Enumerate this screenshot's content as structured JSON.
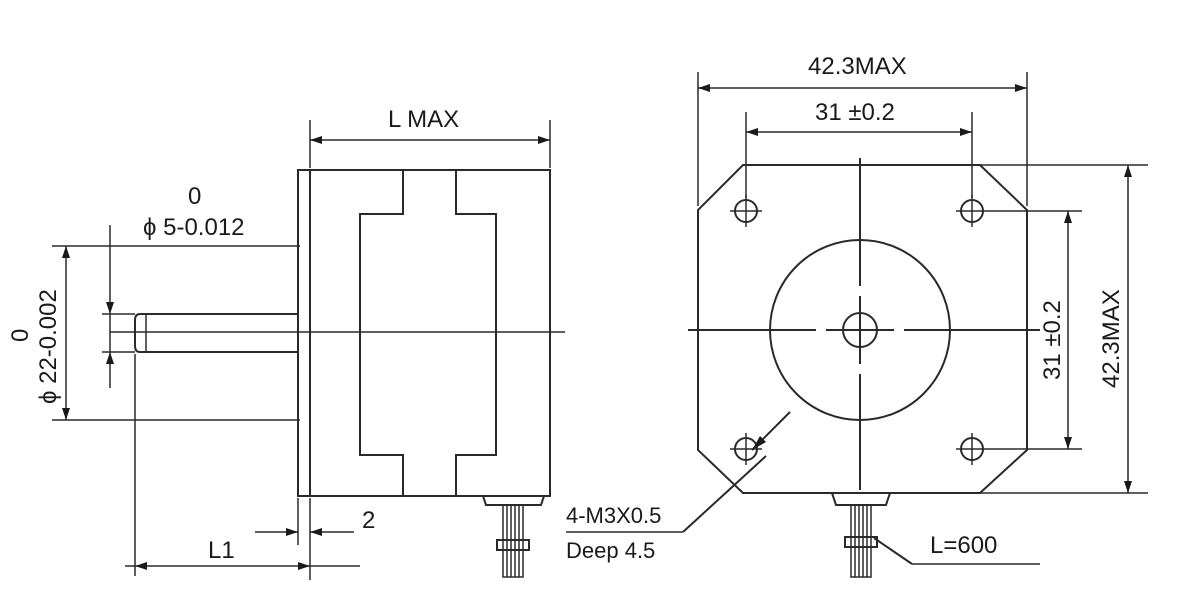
{
  "side_view": {
    "length_label": "L MAX",
    "shaft_tolerance_upper": "0",
    "shaft_diameter_label": "ϕ 5-0.012",
    "pilot_tolerance_upper": "0",
    "pilot_diameter_label": "ϕ 22-0.002",
    "flange_thickness_label": "2",
    "shaft_length_label": "L1"
  },
  "front_view": {
    "overall_width_label": "42.3MAX",
    "hole_spacing_h_label": "31 ±0.2",
    "hole_spacing_v_label": "31 ±0.2",
    "overall_height_label": "42.3MAX",
    "thread_label": "4-M3X0.5",
    "depth_label": "Deep  4.5",
    "lead_length_label": "L=600"
  }
}
